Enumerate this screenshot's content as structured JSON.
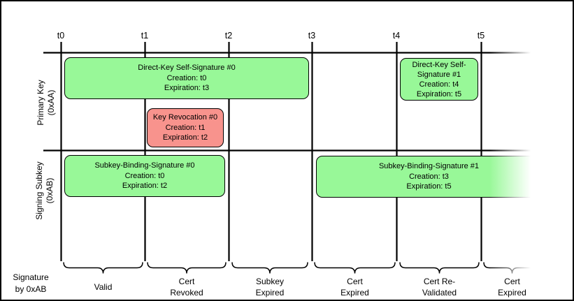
{
  "figure": {
    "ticks": [
      "t0",
      "t1",
      "t2",
      "t3",
      "t4",
      "t5"
    ],
    "rows": [
      {
        "label": "Primary Key\n(0xAA)"
      },
      {
        "label": "Signing Subkey\n(0xAB)"
      }
    ],
    "boxes": [
      {
        "title": "Direct-Key Self-Signature #0",
        "creation": "Creation: t0",
        "expiration": "Expiration: t3",
        "status": "valid"
      },
      {
        "title": "Direct-Key Self-Signature #1",
        "creation": "Creation: t4",
        "expiration": "Expiration: t5",
        "status": "valid"
      },
      {
        "title": "Key Revocation #0",
        "creation": "Creation: t1",
        "expiration": "Expiration: t2",
        "status": "revoked"
      },
      {
        "title": "Subkey-Binding-Signature #0",
        "creation": "Creation: t0",
        "expiration": "Expiration: t2",
        "status": "valid"
      },
      {
        "title": "Subkey-Binding-Signature #1",
        "creation": "Creation: t3",
        "expiration": "Expiration: t5",
        "status": "valid"
      }
    ],
    "bottom_axis": {
      "label": "Signature\nby 0xAB",
      "periods": [
        "Valid",
        "Cert\nRevoked",
        "Subkey\nExpired",
        "Cert\nExpired",
        "Cert Re-\nValidated",
        "Cert\nExpired"
      ]
    },
    "colors": {
      "valid_fill": "#98F898",
      "revoked_fill": "#F8938D",
      "line": "#000000"
    }
  }
}
